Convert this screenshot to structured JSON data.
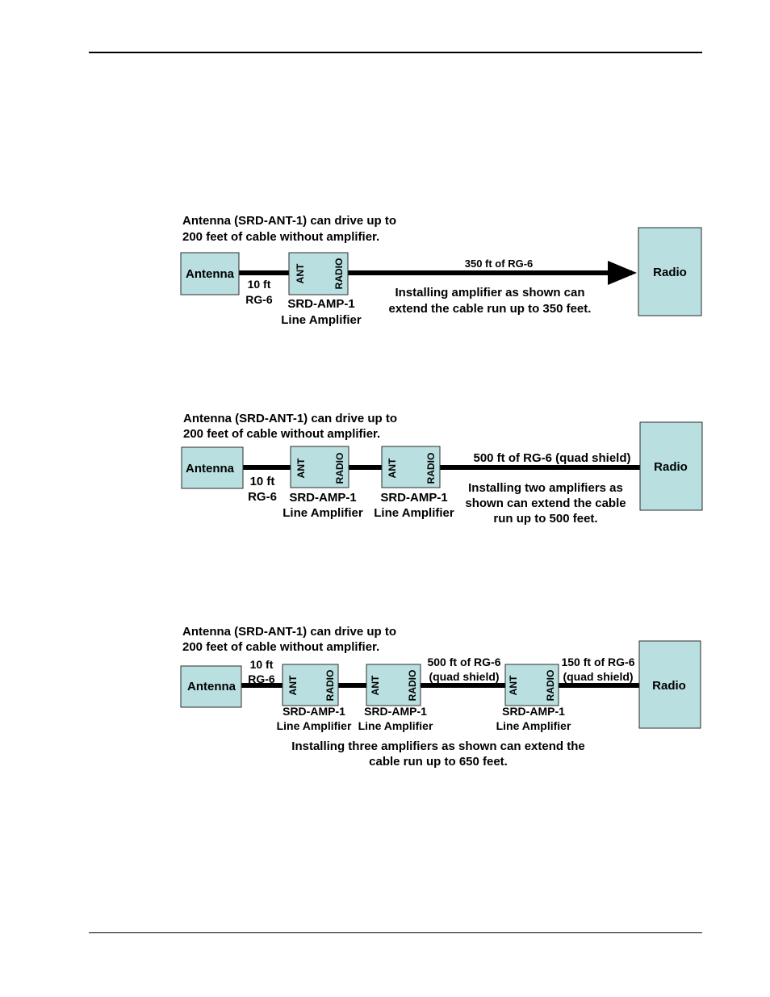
{
  "d1": {
    "note": [
      "Antenna (SRD-ANT-1) can drive up to",
      "200 feet of cable without amplifier."
    ],
    "antenna": "Antenna",
    "radio": "Radio",
    "short_cable": [
      "10 ft",
      "RG-6"
    ],
    "amp": {
      "port_ant": "ANT",
      "port_radio": "RADIO",
      "label": [
        "SRD-AMP-1",
        "Line Amplifier"
      ]
    },
    "long_cable": "350 ft of RG-6",
    "result": [
      "Installing amplifier as shown can",
      "extend the cable run up to 350 feet."
    ]
  },
  "d2": {
    "note": [
      "Antenna (SRD-ANT-1) can drive up to",
      "200 feet of cable without amplifier."
    ],
    "antenna": "Antenna",
    "radio": "Radio",
    "short_cable": [
      "10 ft",
      "RG-6"
    ],
    "amps": [
      {
        "port_ant": "ANT",
        "port_radio": "RADIO",
        "label": [
          "SRD-AMP-1",
          "Line Amplifier"
        ]
      },
      {
        "port_ant": "ANT",
        "port_radio": "RADIO",
        "label": [
          "SRD-AMP-1",
          "Line Amplifier"
        ]
      }
    ],
    "long_cable": "500 ft of RG-6 (quad shield)",
    "result": [
      "Installing two amplifiers as",
      "shown can extend the cable",
      "run up to 500 feet."
    ]
  },
  "d3": {
    "note": [
      "Antenna (SRD-ANT-1) can drive up to",
      "200 feet of cable without amplifier."
    ],
    "antenna": "Antenna",
    "radio": "Radio",
    "short_cable": [
      "10 ft",
      "RG-6"
    ],
    "amps": [
      {
        "port_ant": "ANT",
        "port_radio": "RADIO",
        "label": [
          "SRD-AMP-1",
          "Line Amplifier"
        ]
      },
      {
        "port_ant": "ANT",
        "port_radio": "RADIO",
        "label": [
          "SRD-AMP-1",
          "Line Amplifier"
        ]
      },
      {
        "port_ant": "ANT",
        "port_radio": "RADIO",
        "label": [
          "SRD-AMP-1",
          "Line Amplifier"
        ]
      }
    ],
    "mid_cable": [
      "500 ft of RG-6",
      "(quad shield)"
    ],
    "end_cable": [
      "150 ft of RG-6",
      "(quad shield)"
    ],
    "result": [
      "Installing three amplifiers as shown can extend the",
      "cable run up to 650 feet."
    ]
  }
}
